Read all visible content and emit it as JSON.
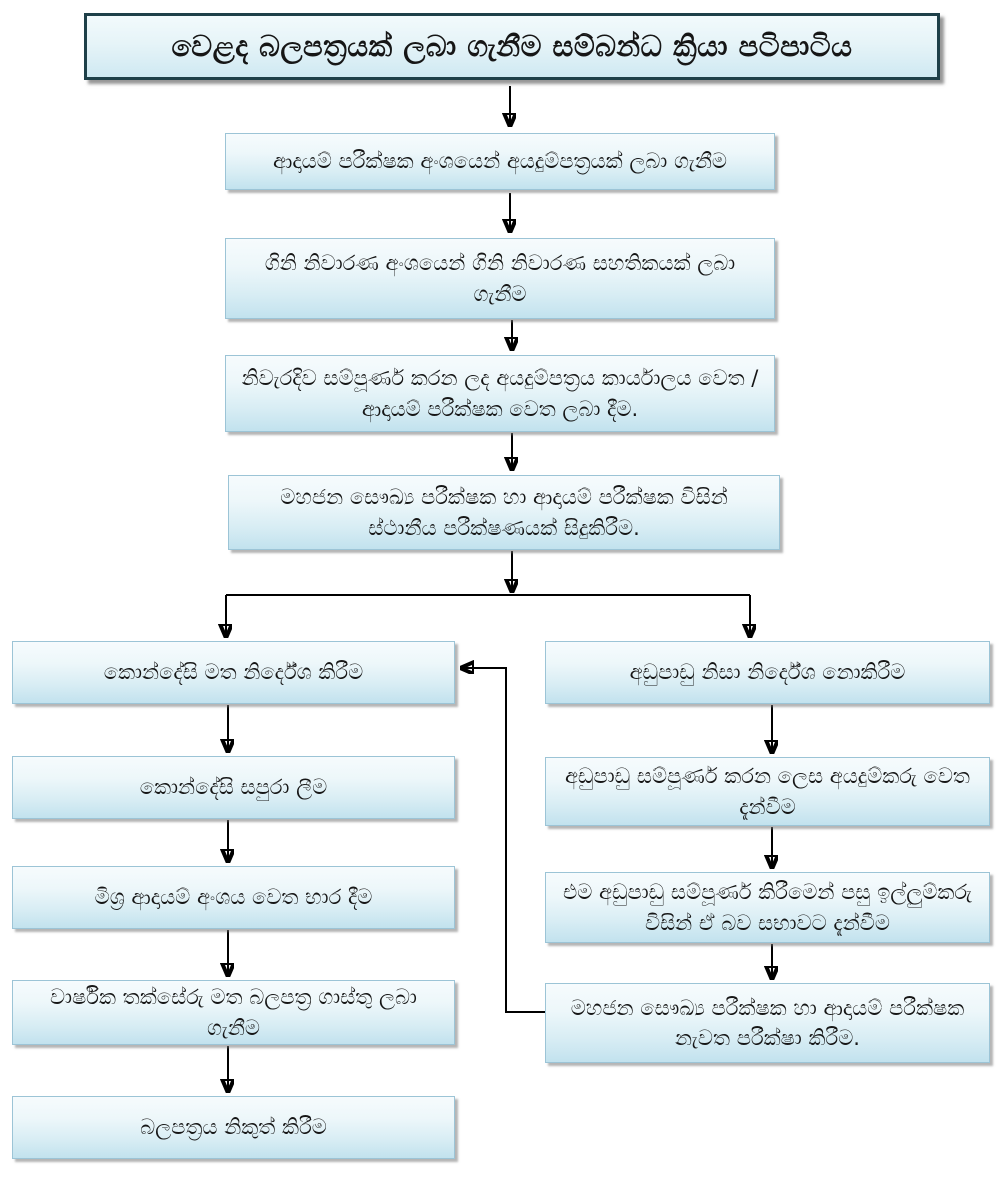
{
  "flowchart": {
    "title": "වෙළද බලපත්‍රයක් ලබා ගැනීම සම්බන්ධ ක්‍රියා පටිපාටිය",
    "main_steps": [
      "ආදායම් පරීක්ෂක අංශයෙන් අයදුම්පත්‍රයක් ලබා ගැනීම",
      "ගිනි නිවාරණ අංශයෙන් ගිනි නිවාරණ සහතිකයක් ලබා ගැනීම",
      "නිවැරදිව සම්පූර්ණ කරන ලද අයදුම්පත්‍රය කාර්යාලය වෙත / ආදායම් පරීක්ෂක වෙත ලබා දීම.",
      "මහජන සෞඛ්‍ය පරීක්ෂක හා ආදායම් පරීක්ෂක විසින් ස්ථානීය පරීක්ෂණයක් සිදුකිරීම."
    ],
    "left_branch": [
      "කොන්දේසි මත නිර්දේශ කිරීම",
      "කොන්දේසි සපුරා ලීම",
      "මිශ්‍ර ආදායම් අංශය වෙත භාර දීම",
      "වාර්ෂික තක්සේරු මත බලපත්‍ර ගාස්තු ලබා ගැනීම",
      "බලපත්‍රය නිකුත් කිරීම"
    ],
    "right_branch": [
      "අඩුපාඩු  නිසා නිර්දේශ නොකිරීම",
      "අඩුපාඩු සම්පූර්ණ කරන ලෙස අයදුම්කරු වෙත දැන්වීම",
      "එම අඩුපාඩු සම්පූර්ණ කිරීමෙන් පසු ඉල්ලුම්කරු විසින් ඒ බව සභාවට දැන්වීම",
      "මහජන සෞඛ්‍ය පරීක්ෂක හා ආදායම් පරීක්ෂක නැවත පරීක්ෂා කිරීම."
    ],
    "colors": {
      "box_border": "#9cc4d6",
      "box_fill_top": "#f6fbfd",
      "box_fill_bottom": "#c2e2ee",
      "title_border": "#1e4049",
      "connector": "#000000",
      "text": "#161616"
    }
  }
}
